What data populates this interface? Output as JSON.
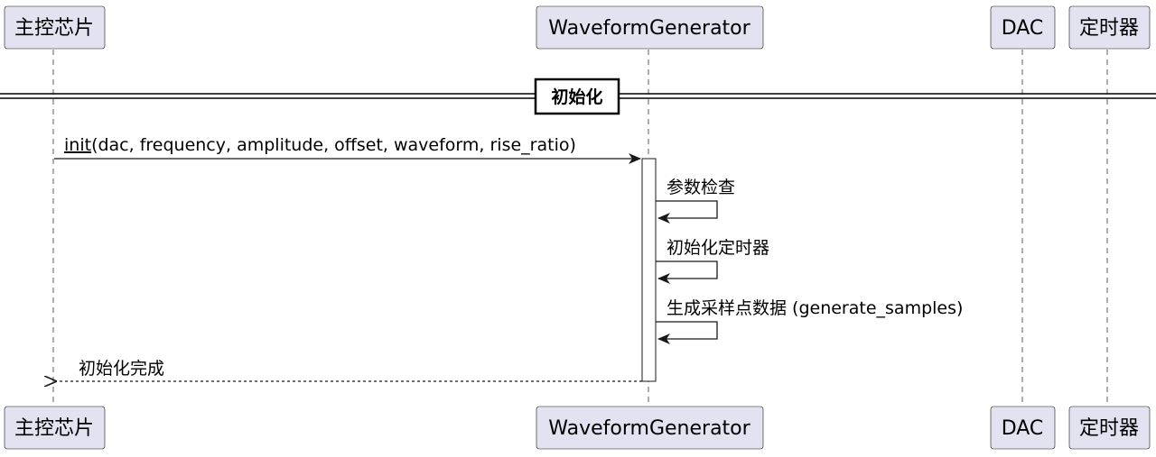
{
  "participants": [
    {
      "id": "main",
      "label": "主控芯片"
    },
    {
      "id": "wg",
      "label": "WaveformGenerator"
    },
    {
      "id": "dac",
      "label": "DAC"
    },
    {
      "id": "timer",
      "label": "定时器"
    }
  ],
  "divider": {
    "label": "初始化"
  },
  "messages": {
    "init_call": {
      "name": "init",
      "args": "(dac, frequency, amplitude, offset, waveform, rise_ratio)"
    },
    "self_check": "参数检查",
    "self_timer": "初始化定时器",
    "self_samples": "生成采样点数据 (generate_samples)",
    "reply_done": "初始化完成"
  }
}
